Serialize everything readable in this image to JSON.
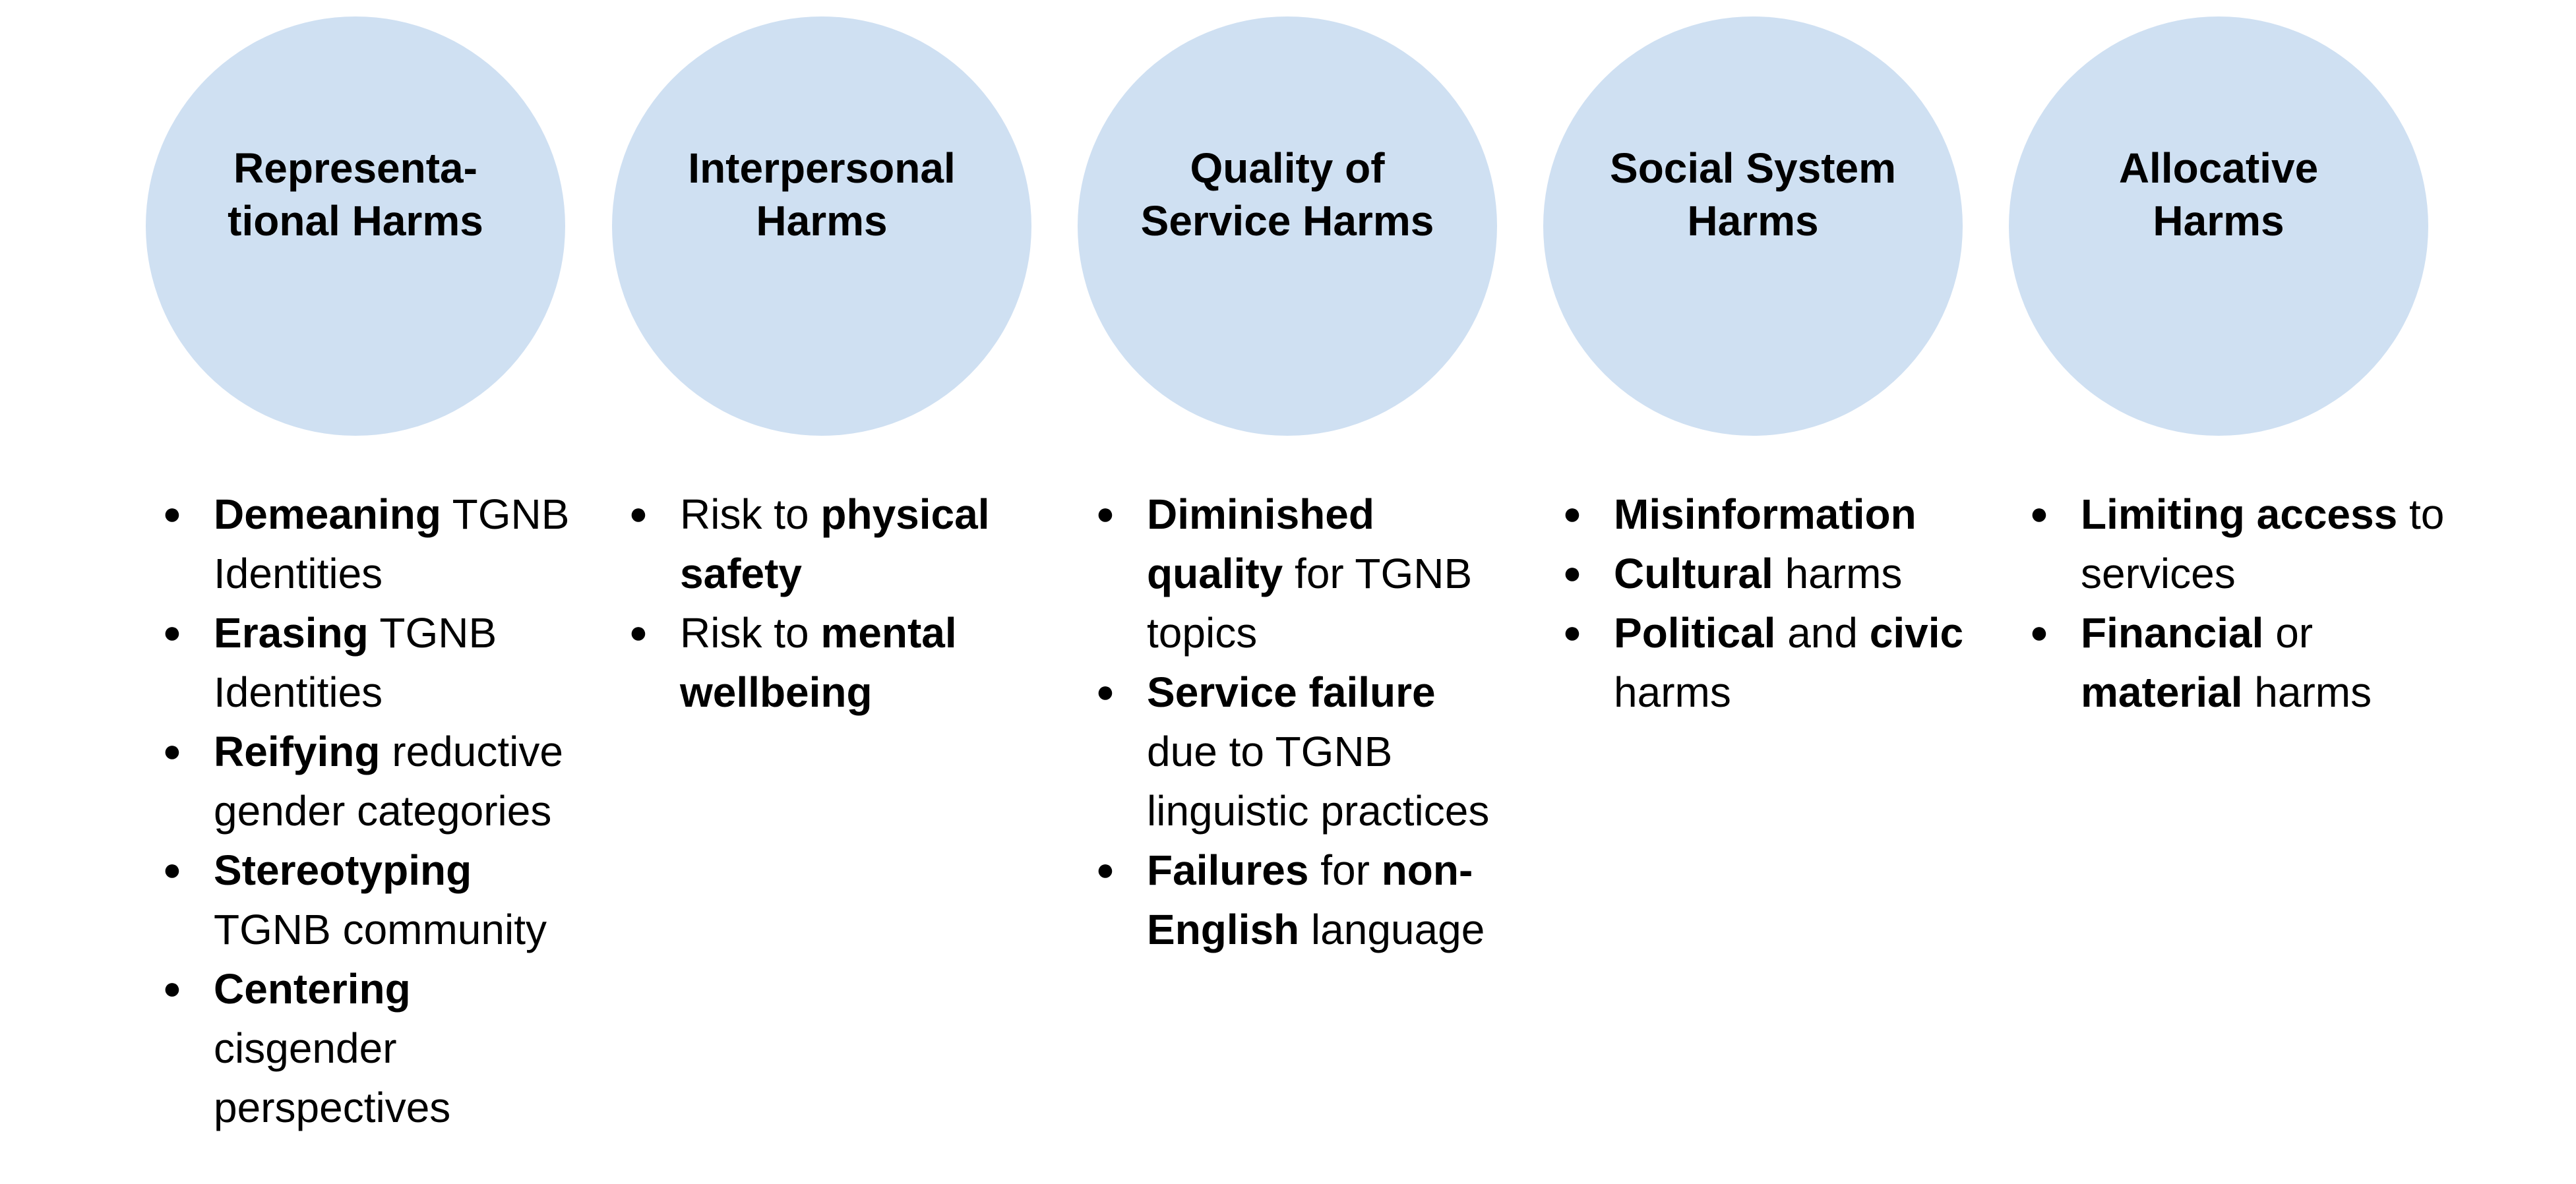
{
  "colors": {
    "circle_fill": "#cfe0f2",
    "text": "#000000",
    "background": "#ffffff"
  },
  "columns": [
    {
      "title": "Representa-\ntional Harms",
      "items": [
        [
          {
            "t": "Demeaning",
            "b": true
          },
          {
            "t": " TGNB Identities",
            "b": false
          }
        ],
        [
          {
            "t": "Erasing",
            "b": true
          },
          {
            "t": " TGNB Identities",
            "b": false
          }
        ],
        [
          {
            "t": "Reifying",
            "b": true
          },
          {
            "t": " reductive gender categories",
            "b": false
          }
        ],
        [
          {
            "t": "Stereotyping",
            "b": true
          },
          {
            "t": " TGNB community",
            "b": false
          }
        ],
        [
          {
            "t": "Centering",
            "b": true
          },
          {
            "t": " cisgender perspectives",
            "b": false
          }
        ]
      ]
    },
    {
      "title": "Interpersonal\nHarms",
      "items": [
        [
          {
            "t": "Risk to ",
            "b": false
          },
          {
            "t": "physical safety",
            "b": true
          }
        ],
        [
          {
            "t": "Risk to ",
            "b": false
          },
          {
            "t": "mental wellbeing",
            "b": true
          }
        ]
      ]
    },
    {
      "title": "Quality of\nService Harms",
      "items": [
        [
          {
            "t": "Diminished quality",
            "b": true
          },
          {
            "t": " for TGNB topics",
            "b": false
          }
        ],
        [
          {
            "t": "Service failure",
            "b": true
          },
          {
            "t": " due to TGNB linguistic practices",
            "b": false
          }
        ],
        [
          {
            "t": "Failures",
            "b": true
          },
          {
            "t": " for ",
            "b": false
          },
          {
            "t": "non-English",
            "b": true
          },
          {
            "t": " language",
            "b": false
          }
        ]
      ]
    },
    {
      "title": "Social System\nHarms",
      "items": [
        [
          {
            "t": "Misinformation",
            "b": true
          }
        ],
        [
          {
            "t": "Cultural",
            "b": true
          },
          {
            "t": " harms",
            "b": false
          }
        ],
        [
          {
            "t": "Political",
            "b": true
          },
          {
            "t": " and ",
            "b": false
          },
          {
            "t": "civic",
            "b": true
          },
          {
            "t": " harms",
            "b": false
          }
        ]
      ]
    },
    {
      "title": "Allocative\nHarms",
      "items": [
        [
          {
            "t": "Limiting access",
            "b": true
          },
          {
            "t": " to services",
            "b": false
          }
        ],
        [
          {
            "t": "Financial",
            "b": true
          },
          {
            "t": " or ",
            "b": false
          },
          {
            "t": "material",
            "b": true
          },
          {
            "t": " harms",
            "b": false
          }
        ]
      ]
    }
  ]
}
